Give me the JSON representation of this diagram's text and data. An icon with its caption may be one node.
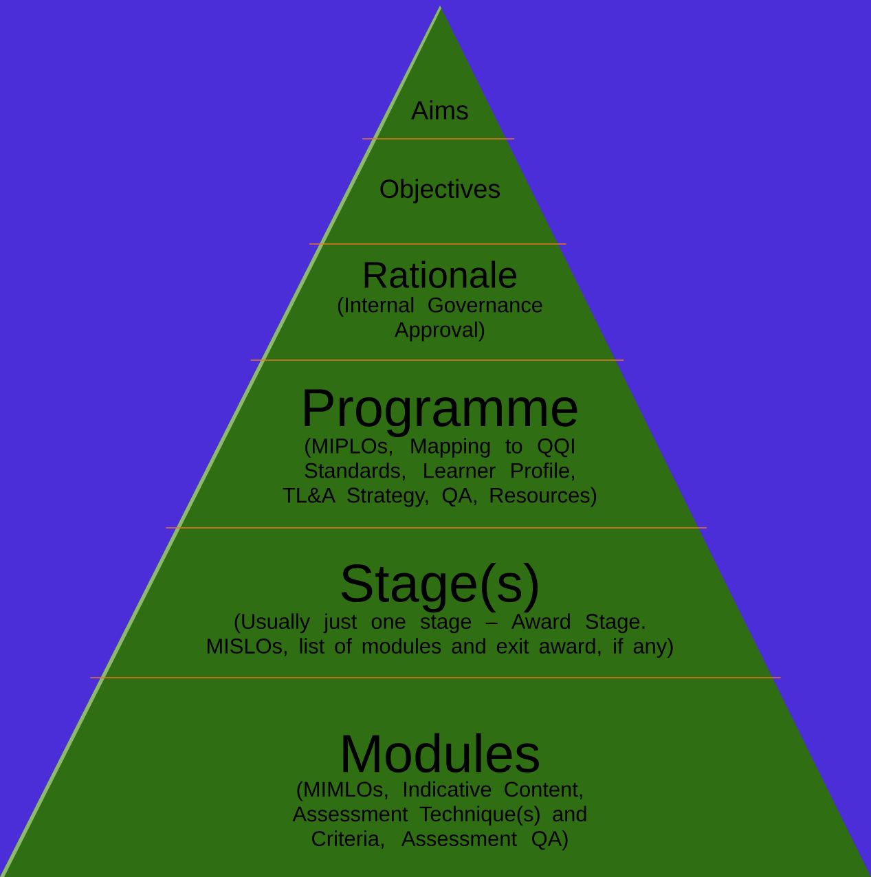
{
  "diagram": {
    "nodes": [
      {
        "text": [
          "Aims"
        ]
      },
      {
        "text": [
          "Objectives"
        ]
      },
      {
        "text": [
          "Rationale",
          "(Internal Governance Approval)"
        ]
      },
      {
        "text": [
          "Programme",
          "(MIPLOs, Mapping to QQI Standards, Learner Profile, TL&A Strategy, QA, Resources)"
        ]
      },
      {
        "text": [
          "Stage(s)",
          "(Usually just one stage – Award Stage. MISLOs, list of modules and exit award, if any)"
        ]
      },
      {
        "text": [
          "Modules",
          "(MIMLOs, Indicative Content, Assessment Technique(s) and Criteria, Assessment QA)"
        ]
      }
    ]
  }
}
